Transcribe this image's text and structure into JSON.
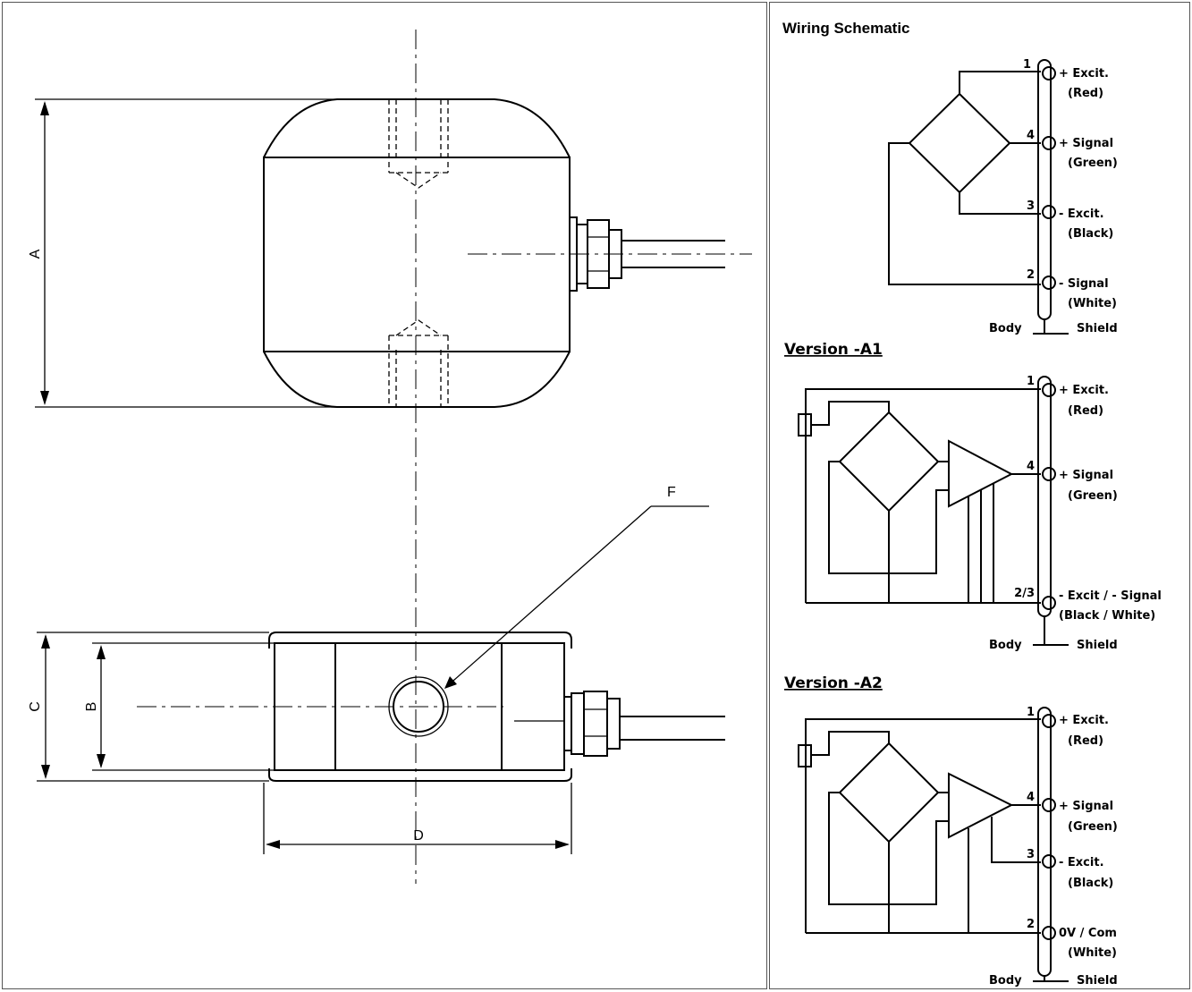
{
  "drawing": {
    "dims": {
      "a": "A",
      "b": "B",
      "c": "C",
      "d": "D",
      "f": "F"
    }
  },
  "schematic": {
    "title": "Wiring Schematic",
    "standard": {
      "pins": [
        {
          "num": "1",
          "label1": "+ Excit.",
          "label2": "(Red)"
        },
        {
          "num": "4",
          "label1": "+ Signal",
          "label2": "(Green)"
        },
        {
          "num": "3",
          "label1": "- Excit.",
          "label2": "(Black)"
        },
        {
          "num": "2",
          "label1": "- Signal",
          "label2": "(White)"
        }
      ],
      "body": "Body",
      "shield": "Shield"
    },
    "a1": {
      "heading": "Version -A1",
      "pins": [
        {
          "num": "1",
          "label1": "+ Excit.",
          "label2": "(Red)"
        },
        {
          "num": "4",
          "label1": "+ Signal",
          "label2": "(Green)"
        },
        {
          "num": "2/3",
          "label1": "- Excit / - Signal",
          "label2": "(Black / White)"
        }
      ],
      "body": "Body",
      "shield": "Shield"
    },
    "a2": {
      "heading": "Version -A2",
      "pins": [
        {
          "num": "1",
          "label1": "+ Excit.",
          "label2": "(Red)"
        },
        {
          "num": "4",
          "label1": "+ Signal",
          "label2": "(Green)"
        },
        {
          "num": "3",
          "label1": "- Excit.",
          "label2": "(Black)"
        },
        {
          "num": "2",
          "label1": "0V / Com",
          "label2": "(White)"
        }
      ],
      "body": "Body",
      "shield": "Shield"
    }
  }
}
